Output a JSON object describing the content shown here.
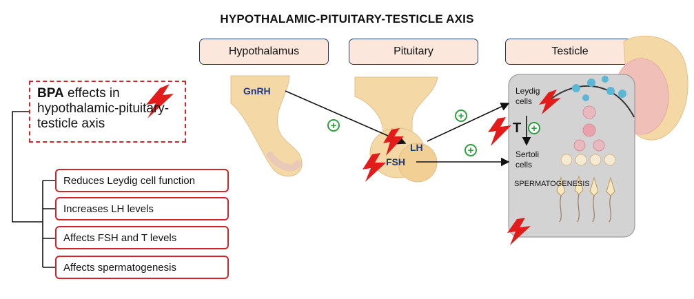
{
  "title": "HYPOTHALAMIC-PITUITARY-TESTICLE AXIS",
  "regions": [
    "Hypothalamus",
    "Pituitary",
    "Testicle"
  ],
  "bpa_box": {
    "bold": "BPA",
    "rest": " effects in hypothalamic-pituitary-testicle axis"
  },
  "effects": [
    "Reduces Leydig cell function",
    "Increases LH levels",
    "Affects FSH and T levels",
    "Affects spermatogenesis"
  ],
  "hormones": {
    "gnrh": "GnRH",
    "lh": "LH",
    "fsh": "FSH",
    "t": "T"
  },
  "cells": {
    "leydig": "Leydig cells",
    "sertoli": "Sertoli cells"
  },
  "process": "SPERMATOGENESIS",
  "plus_symbol": "+",
  "colors": {
    "accent_red": "#d3232a",
    "hormone_blue": "#1f3a7a",
    "plus_green": "#2e9e3e",
    "region_fill": "#fbe7dc",
    "tissue": "#f4d9a6"
  }
}
